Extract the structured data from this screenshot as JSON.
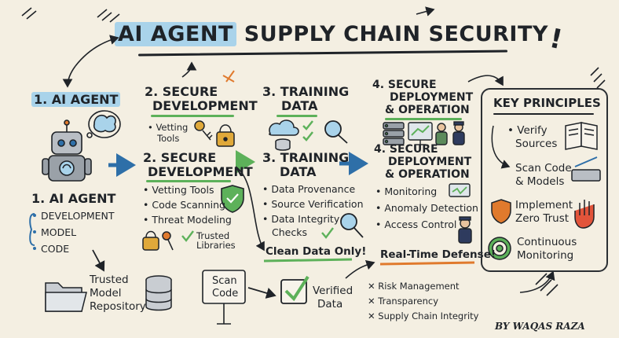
{
  "title": {
    "part1": "AI AGENT",
    "part2": "SUPPLY CHAIN SECURITY",
    "exclaim": "!"
  },
  "col1": {
    "top_heading": "1. AI AGENT",
    "heading": "1. AI AGENT",
    "items": [
      "DEVELOPMENT",
      "MODEL",
      "CODE"
    ]
  },
  "col2": {
    "top_heading_line1": "2. SECURE",
    "top_heading_line2": "DEVELOPMENT",
    "top_items": [
      "Vetting",
      "Tools"
    ],
    "heading_line1": "2. SECURE",
    "heading_line2": "DEVELOPMENT",
    "items": [
      "Vetting Tools",
      "Code Scanning",
      "Threat Modeling"
    ],
    "trusted": [
      "Trusted",
      "Libraries"
    ]
  },
  "col3": {
    "top_heading_line1": "3. TRAINING",
    "top_heading_line2": "DATA",
    "heading_line1": "3. TRAINING",
    "heading_line2": "DATA",
    "items": [
      "Data Provenance",
      "Source Verification",
      "Data Integrity",
      "Checks"
    ],
    "clean": "Clean Data Only!"
  },
  "col4": {
    "top_heading_line1": "4. SECURE",
    "top_heading_line2": "DEPLOYMENT",
    "top_heading_line3": "& OPERATION",
    "heading_line1": "4. SECURE",
    "heading_line2": "DEPLOYMENT",
    "heading_line3": "& OPERATION",
    "items": [
      "Monitoring",
      "Anomaly Detection",
      "Access Control"
    ],
    "defense": "Real-Time Defense!"
  },
  "key_principles": {
    "heading": "KEY PRINCIPLES",
    "items": [
      {
        "line1": "Verify",
        "line2": "Sources"
      },
      {
        "line1": "Scan Code",
        "line2": "& Models"
      },
      {
        "line1": "Implement",
        "line2": "Zero Trust"
      },
      {
        "line1": "Continuous",
        "line2": "Monitoring"
      }
    ]
  },
  "bottom": {
    "repo": [
      "Trusted",
      "Model",
      "Repository"
    ],
    "scan": [
      "Scan",
      "Code"
    ],
    "verified": [
      "Verified",
      "Data"
    ],
    "outcomes": [
      "Risk Management",
      "Transparency",
      "Supply Chain Integrity"
    ]
  },
  "signature": "BY WAQAS RAZA",
  "colors": {
    "accent_blue": "#a9d3ea",
    "green": "#5db15a",
    "orange": "#e07a2d",
    "ink": "#1f2328",
    "paper": "#f4efe2"
  }
}
